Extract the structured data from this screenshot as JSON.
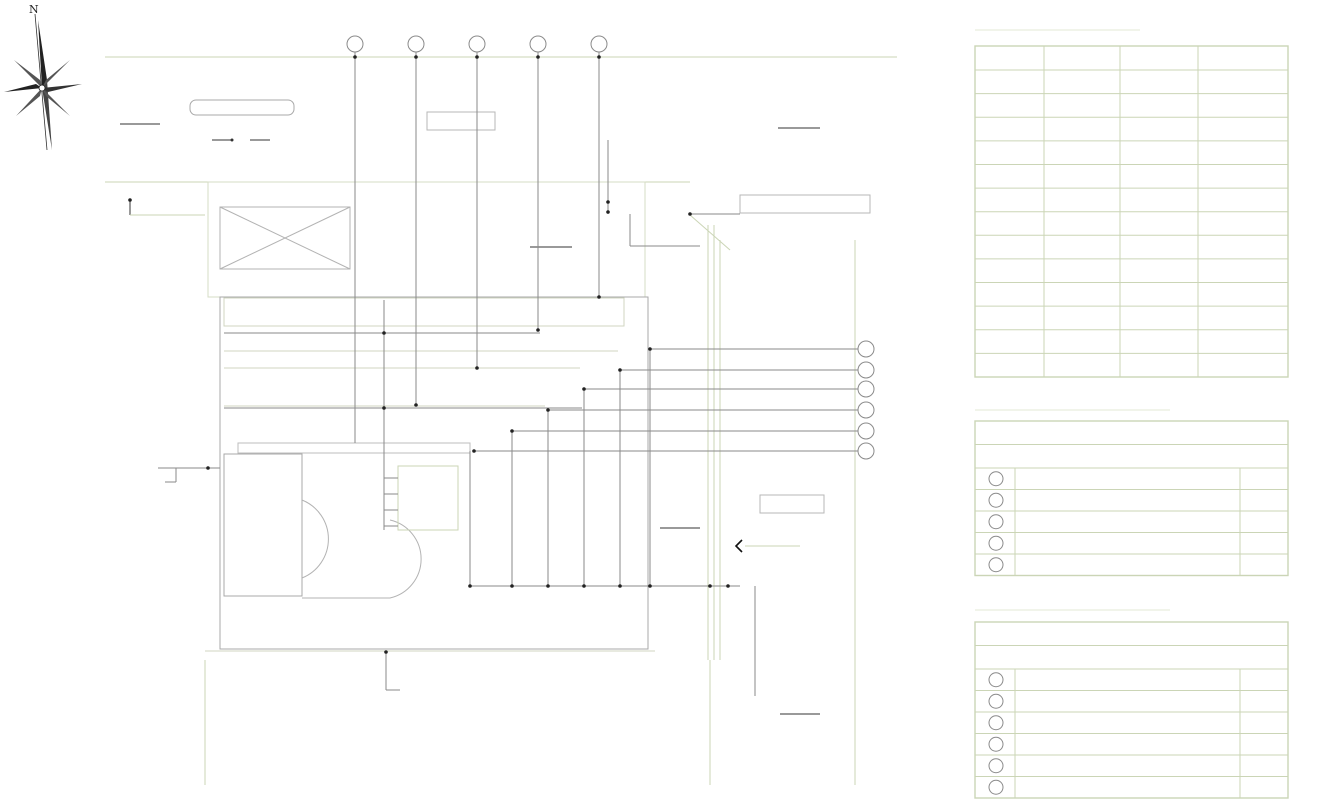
{
  "north_label": "N",
  "colors": {
    "line_dark": "#3f3f3f",
    "line_mid": "#8a8a8a",
    "line_light": "#cbd5b6",
    "text_faint": "#c7d2b3"
  },
  "compass_icon": "north-arrow-compass-icon",
  "plan": {
    "top_markers": [
      "",
      "",
      "",
      "",
      ""
    ],
    "right_markers": [
      "",
      "",
      "",
      "",
      "",
      ""
    ]
  },
  "tables": {
    "spec_table": {
      "rows": 14,
      "cols": 4
    },
    "list_table_1": {
      "header_rows": 2,
      "item_rows": 5
    },
    "list_table_2": {
      "header_rows": 2,
      "item_rows": 6
    }
  }
}
